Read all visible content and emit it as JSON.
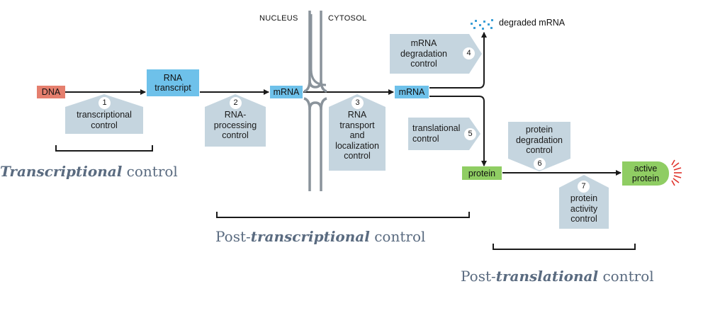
{
  "compartments": {
    "nucleus": "NUCLEUS",
    "cytosol": "CYTOSOL"
  },
  "nodes": {
    "dna": "DNA",
    "rna_transcript": "RNA\ntranscript",
    "mrna_nucleus": "mRNA",
    "mrna_cytosol": "mRNA",
    "protein": "protein",
    "active_protein": "active\nprotein",
    "degraded_mrna": "degraded mRNA"
  },
  "controls": [
    {
      "number": "1",
      "label": "transcriptional\ncontrol"
    },
    {
      "number": "2",
      "label": "RNA-\nprocessing\ncontrol"
    },
    {
      "number": "3",
      "label": "RNA\ntransport\nand\nlocalization\ncontrol"
    },
    {
      "number": "4",
      "label": "mRNA\ndegradation\ncontrol"
    },
    {
      "number": "5",
      "label": "translational\ncontrol"
    },
    {
      "number": "6",
      "label": "protein\ndegradation\ncontrol"
    },
    {
      "number": "7",
      "label": "protein\nactivity\ncontrol"
    }
  ],
  "captions": {
    "transcriptional": {
      "bold": "Transcriptional",
      "rest": " control"
    },
    "post_transcriptional": {
      "prefix": "Post-",
      "bold": "transcriptional",
      "rest": " control"
    },
    "post_translational": {
      "prefix": "Post-",
      "bold": "translational",
      "rest": " control"
    }
  },
  "colors": {
    "rna_box": "#6ec1ea",
    "dna_box": "#e57f6e",
    "protein_box": "#8fcd63",
    "control_shape": "#c5d5df",
    "caption": "#5a6b80",
    "degraded_dots": "#3b9fd6",
    "active_burst": "#e0312a"
  }
}
